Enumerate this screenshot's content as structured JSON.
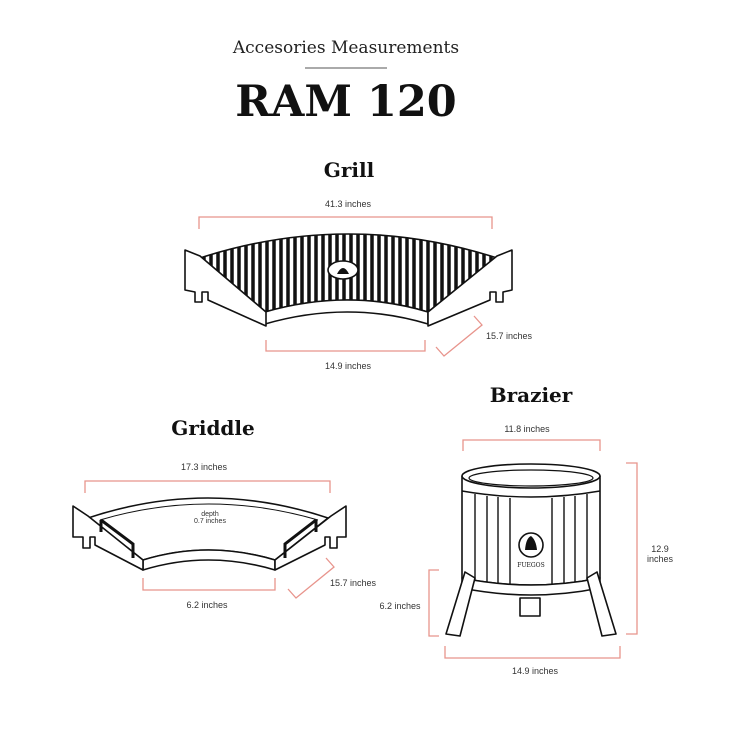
{
  "header": {
    "subtitle": "Accesories Measurements",
    "title": "RAM 120"
  },
  "grill": {
    "title": "Grill",
    "width": "41.3 inches",
    "front": "14.9 inches",
    "depth": "15.7 inches"
  },
  "griddle": {
    "title": "Griddle",
    "width": "17.3 inches",
    "inner_depth_label": "depth",
    "inner_depth": "0.7 inches",
    "front": "6.2 inches",
    "depth": "15.7 inches"
  },
  "brazier": {
    "title": "Brazier",
    "top": "11.8 inches",
    "height_value": "12.9",
    "height_unit": "inches",
    "leg": "6.2 inches",
    "base": "14.9 inches",
    "brand": "FUEGOS"
  },
  "colors": {
    "dimension": "#e8948c",
    "outline": "#111111"
  }
}
